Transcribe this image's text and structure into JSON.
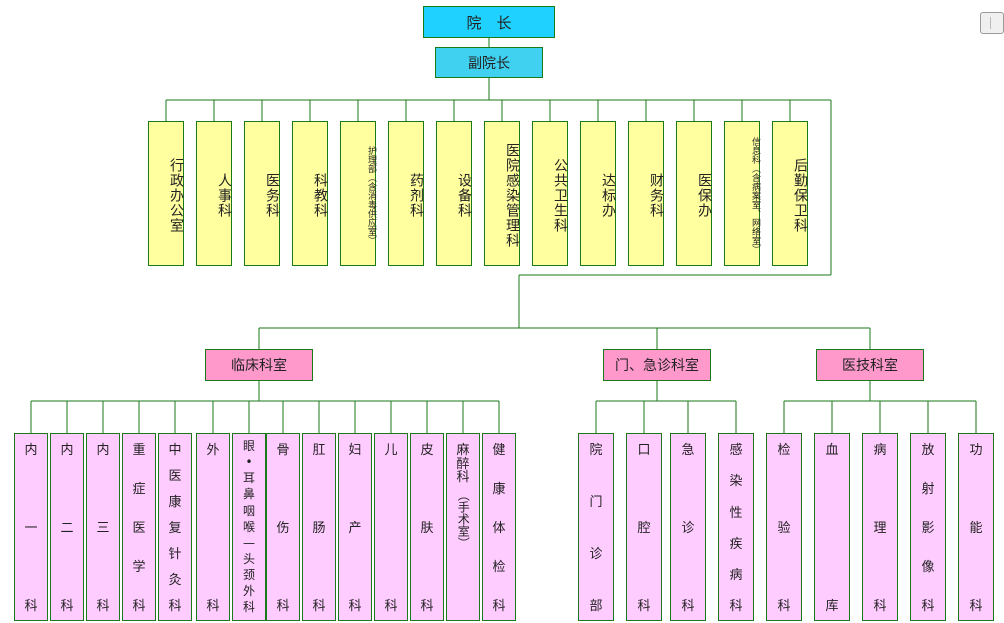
{
  "president": "院　长",
  "vice_president": "副院长",
  "admin_departments": [
    {
      "label": "行政办公室"
    },
    {
      "label": "人事科"
    },
    {
      "label": "医务科"
    },
    {
      "label": "科教科"
    },
    {
      "label": "护理部（含消毒供应室）",
      "small": true
    },
    {
      "label": "药剂科"
    },
    {
      "label": "设备科"
    },
    {
      "label": "医院感染管理科"
    },
    {
      "label": "公共卫生科"
    },
    {
      "label": "达标办"
    },
    {
      "label": "财务科"
    },
    {
      "label": "医保办"
    },
    {
      "label": "信息科（含病案室、网络室）",
      "small": true
    },
    {
      "label": "后勤保卫科"
    }
  ],
  "groups": [
    {
      "label": "临床科室",
      "departments": [
        {
          "chars": [
            "内",
            "一",
            "科"
          ]
        },
        {
          "chars": [
            "内",
            "二",
            "科"
          ]
        },
        {
          "chars": [
            "内",
            "三",
            "科"
          ]
        },
        {
          "chars": [
            "重",
            "症",
            "医",
            "学",
            "科"
          ]
        },
        {
          "chars": [
            "中",
            "医",
            "康",
            "复",
            "针",
            "灸",
            "科"
          ],
          "compact": true
        },
        {
          "chars": [
            "外",
            "科"
          ]
        },
        {
          "chars": [
            "眼",
            "•",
            "耳",
            "鼻",
            "咽",
            "喉",
            "—",
            "头",
            "颈",
            "外",
            "科"
          ],
          "compact": true
        },
        {
          "chars": [
            "骨",
            "伤",
            "科"
          ]
        },
        {
          "chars": [
            "肛",
            "肠",
            "科"
          ]
        },
        {
          "chars": [
            "妇",
            "产",
            "科"
          ]
        },
        {
          "chars": [
            "儿",
            "科"
          ]
        },
        {
          "chars": [
            "皮",
            "肤",
            "科"
          ]
        },
        {
          "chars": [
            "麻",
            "醉",
            "科",
            "（手术室）"
          ],
          "compact": true,
          "vertical_last": true
        },
        {
          "chars": [
            "健",
            "康",
            "体",
            "检",
            "科"
          ]
        }
      ]
    },
    {
      "label": "门、急诊科室",
      "departments": [
        {
          "chars": [
            "院",
            "门",
            "诊",
            "部"
          ]
        },
        {
          "chars": [
            "口",
            "腔",
            "科"
          ]
        },
        {
          "chars": [
            "急",
            "诊",
            "科"
          ]
        },
        {
          "chars": [
            "感",
            "染",
            "性",
            "疾",
            "病",
            "科"
          ]
        }
      ]
    },
    {
      "label": "医技科室",
      "departments": [
        {
          "chars": [
            "检",
            "验",
            "科"
          ]
        },
        {
          "chars": [
            "血",
            "库"
          ]
        },
        {
          "chars": [
            "病",
            "理",
            "科"
          ]
        },
        {
          "chars": [
            "放",
            "射",
            "影",
            "像",
            "科"
          ]
        },
        {
          "chars": [
            "功",
            "能",
            "科"
          ]
        }
      ]
    }
  ],
  "colors": {
    "connector": "#1a7a1a",
    "president_fill": "#1fd1ff",
    "admin_fill": "#ffffa0",
    "group_fill": "#ff99cc",
    "dept_fill": "#ffccff"
  }
}
